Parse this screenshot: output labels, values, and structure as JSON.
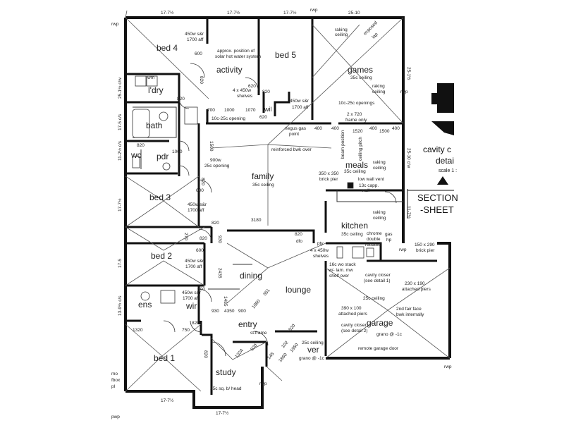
{
  "rooms": {
    "bed4": "bed 4",
    "activity": "activity",
    "bed5": "bed 5",
    "games": "games",
    "ldry": "l'dry",
    "bath": "bath",
    "wc": "wc",
    "pdr": "pdr",
    "wm": "wm",
    "family": "family",
    "meals": "meals",
    "bed3": "bed 3",
    "kitchen": "kitchen",
    "bed2": "bed 2",
    "dining": "dining",
    "lounge": "lounge",
    "ens": "ens",
    "wir_ens": "wir",
    "entry": "entry",
    "garage": "garage",
    "bed1": "bed 1",
    "study": "study",
    "ver": "ver",
    "wil": "wil",
    "pty": "pty"
  },
  "notes": {
    "bed4_robe": "450w s&r",
    "bed4_robe2": "1700 aff",
    "solar1": "approx. position of",
    "solar2": "solar hot water system",
    "shelves1": "4 x 450w",
    "shelves2": "shelves",
    "bed5_robe": "450w s&r",
    "bed5_robe2": "1700 aff",
    "raking1": "raking",
    "raking1b": "ceiling",
    "exposed1": "exposed",
    "exposed2": "lap",
    "games_ceiling": "35c ceiling",
    "raking2": "raking",
    "raking2b": "ceiling",
    "openings1": "10c-25c openings",
    "frame1": "2 x 720",
    "frame2": "frame only",
    "opening_1025": "10c-25c opening",
    "negus1": "negus gas",
    "negus2": "point",
    "reinforced": "reinforced bwk over",
    "beam": "beam position",
    "ceiling_pitch": "ceiling pitch",
    "raking3": "raking",
    "raking3b": "ceiling",
    "opening900_1": "900w",
    "opening900_2": "25c opening",
    "family_ceiling": "35c ceiling",
    "brickpier1": "350 x 350",
    "brickpier2": "brick pier",
    "meals_ceiling": "35c ceiling",
    "lowwall": "low wall vent",
    "capp1": "13c capp.",
    "capp2": "wall",
    "bed3_robe": "450w s&r",
    "bed3_robe2": "1700 aff",
    "raking4": "raking",
    "raking4b": "ceiling",
    "kitchen_ceiling": "35c ceiling",
    "chrome1": "chrome",
    "chrome2": "double",
    "chrome3": "rebated",
    "gas1": "gas",
    "gas2": "hp",
    "pier1": "150 x 290",
    "pier2": "brick pier",
    "dfo": "dfo",
    "shelves3": "4 x 450w",
    "shelves4": "shelves",
    "stack1": "16c wo stack",
    "stack2": "w/- lam. mw",
    "stack3": "shelf over",
    "closer1": "cavity closer",
    "closer2": "(see detail 1)",
    "att1": "230 x 190",
    "att2": "attached piers",
    "bed2_robe": "450w s&r",
    "bed2_robe2": "1700 aff",
    "garage_ceiling": "25c ceiling",
    "fairface1": "2nd fair face",
    "fairface2": "bwk internally",
    "att3": "390 x 100",
    "att4": "attached piers",
    "closer3": "cavity closer",
    "closer4": "(see detail 2)",
    "grano1": "grano @ -1c",
    "remote": "remote garage door",
    "wir_robe": "450w s&r",
    "wir_robe2": "1700 aff",
    "stframe1": "st.frame",
    "ver_ceiling": "25c ceiling",
    "grano2": "grano @ -1c",
    "study_ceiling": "25c sq. b/ head",
    "rwp": "rwp",
    "pwp": "pwp"
  },
  "dims": {
    "top1": "17-7½",
    "top2": "17-7½",
    "top3": "17-7½",
    "top4": "25-10",
    "bottom1": "17-7½",
    "bottom2": "17-7½",
    "left1": "25-1½ c/w",
    "left2": "17-5 c/s",
    "left3": "11-2½ c/s",
    "left4": "17-7½",
    "left5": "17-5",
    "left6": "13-9½ c/s",
    "right1": "25-1½",
    "right2": "25-10 c/w",
    "right3": "11-7½",
    "d600a": "600",
    "d820a": "820",
    "d620": "620",
    "d820b": "820",
    "d700": "700",
    "d1000": "1000",
    "d1070": "1070",
    "d620b": "620",
    "d400a": "400",
    "d400b": "400",
    "d1520": "1520",
    "d400c": "400",
    "d1500": "1500",
    "d400d": "400",
    "d820c": "820",
    "d820d": "820",
    "d1060": "1060",
    "d1500b": "1500",
    "d820e": "820",
    "d600b": "600",
    "d820f": "820",
    "d3180": "3180",
    "d820g": "820",
    "d270": "270",
    "d930": "930",
    "d600c": "600",
    "d2435": "2435",
    "d820h": "820",
    "d600d": "600",
    "d930b": "930",
    "d1485": "1485",
    "d4350": "4350",
    "d900": "900",
    "d1060b": "1060",
    "d351": "351",
    "d1320": "1320",
    "d750": "750",
    "d820i": "820",
    "d820j": "820",
    "d1324": "1324",
    "d820k": "820",
    "d145": "145",
    "d1860": "1860",
    "d1950": "1950",
    "d102": "102",
    "d820l": "820"
  },
  "side": {
    "cavity": "cavity c",
    "detail": "detai",
    "scale": "scale 1 :",
    "section": "SECTION",
    "sheet": "-SHEET",
    "cut1": "mo",
    "cut2": "fbox",
    "cut3": "pl"
  }
}
